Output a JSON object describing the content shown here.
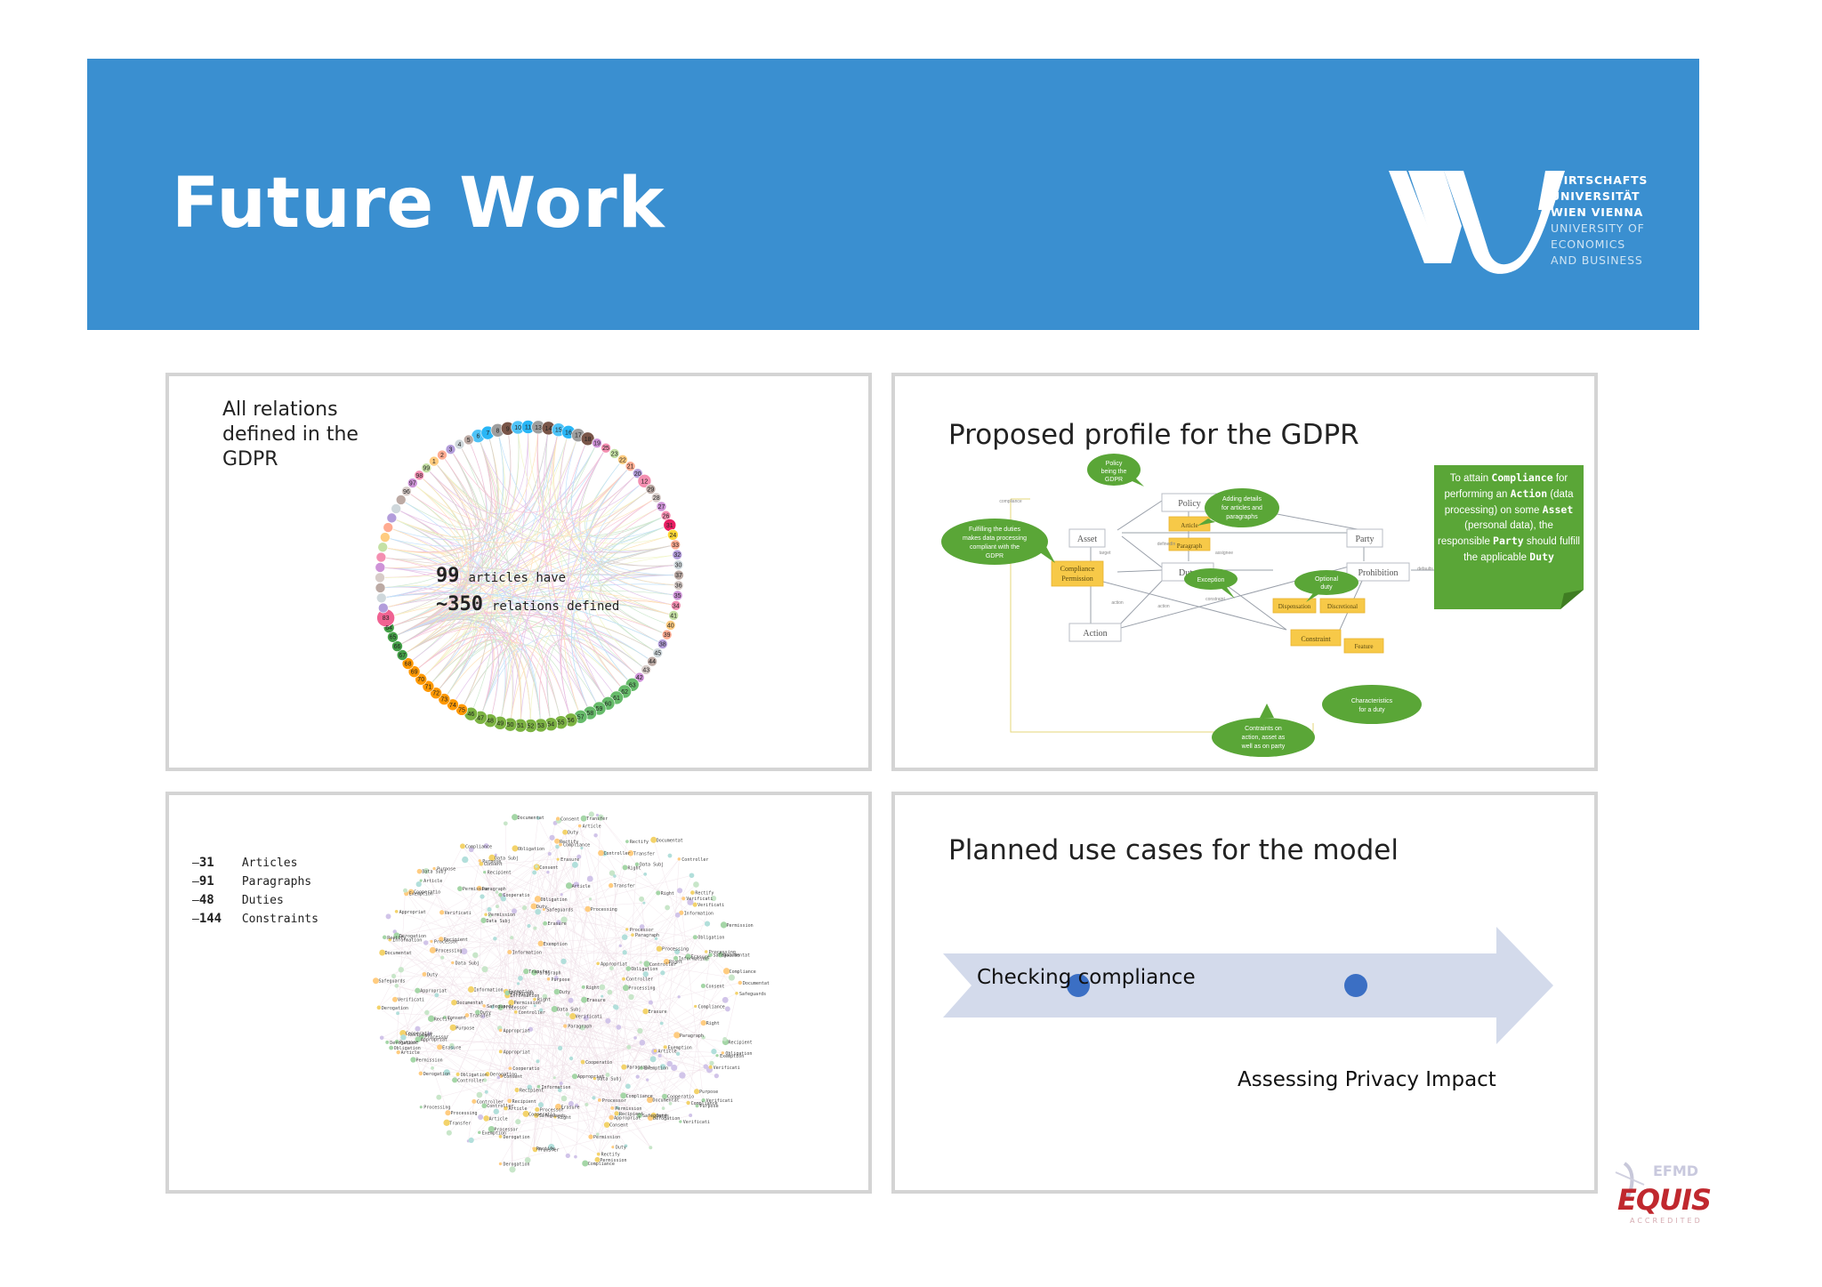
{
  "header": {
    "title": "Future Work",
    "logo": {
      "monogram": "WU",
      "lines": [
        "WIRTSCHAFTS",
        "UNIVERSITÄT",
        "WIEN VIENNA",
        "UNIVERSITY OF",
        "ECONOMICS",
        "AND BUSINESS"
      ]
    },
    "colors": {
      "banner": "#3a8fd0"
    }
  },
  "panel_relations": {
    "caption_lines": [
      "All relations",
      "defined in the",
      "GDPR"
    ],
    "stat1_num": "99",
    "stat1_text": "articles have",
    "stat2_num": "~350",
    "stat2_text": "relations defined",
    "node_labels": [
      "83",
      "12",
      "31",
      "24",
      "75",
      "74",
      "73",
      "72",
      "71",
      "70",
      "69",
      "68",
      "67",
      "66",
      "65",
      "64",
      "63",
      "62",
      "61",
      "60",
      "59",
      "58",
      "57",
      "56",
      "55",
      "54",
      "53",
      "52",
      "51",
      "50",
      "49",
      "48",
      "47",
      "46",
      "45",
      "44",
      "43",
      "42",
      "41",
      "40",
      "39",
      "38",
      "37",
      "36",
      "35",
      "34",
      "33",
      "32",
      "30",
      "29",
      "28",
      "27",
      "26",
      "25",
      "23",
      "22",
      "21",
      "20",
      "19",
      "18",
      "17",
      "16",
      "15",
      "14",
      "13",
      "11",
      "10",
      "9",
      "8",
      "7",
      "6",
      "5",
      "4",
      "3",
      "2",
      "1",
      "99",
      "98",
      "97",
      "96"
    ]
  },
  "panel_profile": {
    "title": "Proposed profile for the GDPR",
    "classes": {
      "policy": "Policy",
      "asset": "Asset",
      "party": "Party",
      "duty": "Duty",
      "prohibition": "Prohibition",
      "action": "Action",
      "compliance": "Compliance",
      "permission": "Permission",
      "article": "Article",
      "paragraph": "Paragraph",
      "constraint": "Constraint",
      "feature": "Feature",
      "dispensation": "Dispensation",
      "discretional": "Discretional"
    },
    "bubbles": {
      "policy_gdpr": [
        "Policy",
        "being the",
        "GDPR"
      ],
      "details": [
        "Adding details",
        "for articles and",
        "paragraphs"
      ],
      "fulfilling": [
        "Fulfilling the duties",
        "makes data processing",
        "compliant with the",
        "GDPR"
      ],
      "exception": [
        "Exception"
      ],
      "optional": [
        "Optional",
        "duty"
      ],
      "characteristics": [
        "Characteristics",
        "for a duty"
      ],
      "constraints": [
        "Contraints on",
        "action, asset as",
        "well as on party"
      ]
    },
    "note_segments": [
      {
        "t": "To attain ",
        "b": false
      },
      {
        "t": "Compliance",
        "b": true
      },
      {
        "t": " for performing an ",
        "b": false
      },
      {
        "t": "Action",
        "b": true
      },
      {
        "t": " (data processing) on some ",
        "b": false
      },
      {
        "t": "Asset",
        "b": true
      },
      {
        "t": " (personal data), the responsible ",
        "b": false
      },
      {
        "t": "Party",
        "b": true
      },
      {
        "t": " should fulfill the applicable ",
        "b": false
      },
      {
        "t": "Duty",
        "b": true
      }
    ],
    "edge_labels": {
      "target": "target",
      "defined_in": "definedIn",
      "assignee": "assignee",
      "action1": "action",
      "action2": "action",
      "constraint": "constraint",
      "defaults": "defaults",
      "compliance": "compliance"
    },
    "colors": {
      "bubble": "#5aa637",
      "note": "#5aa637",
      "yellow": "#f7c948"
    }
  },
  "panel_network": {
    "counts": [
      {
        "num": "31",
        "label": "Articles"
      },
      {
        "num": "91",
        "label": "Paragraphs"
      },
      {
        "num": "48",
        "label": "Duties"
      },
      {
        "num": "144",
        "label": "Constraints"
      }
    ],
    "node_words": [
      "Appropriat",
      "Information",
      "Verificati",
      "Processing",
      "Controller",
      "Processor",
      "Permission",
      "Compliance",
      "Derogation",
      "Safeguards",
      "Transfer",
      "Exemption",
      "Erasure",
      "Consent",
      "Article",
      "Paragraph",
      "Duty",
      "Right",
      "Obligation",
      "Cooperatio",
      "Documentat",
      "Recipient",
      "Purpose",
      "Data Subj",
      "Rectify"
    ]
  },
  "panel_usecases": {
    "title": "Planned use cases for the model",
    "use_case_1": "Checking compliance",
    "use_case_2": "Assessing Privacy Impact",
    "colors": {
      "arrow": "#d3daeb",
      "dot": "#3b6fc4"
    }
  },
  "accreditation": {
    "brand": "EQUIS",
    "org": "EFMD",
    "status": "ACCREDITED"
  }
}
